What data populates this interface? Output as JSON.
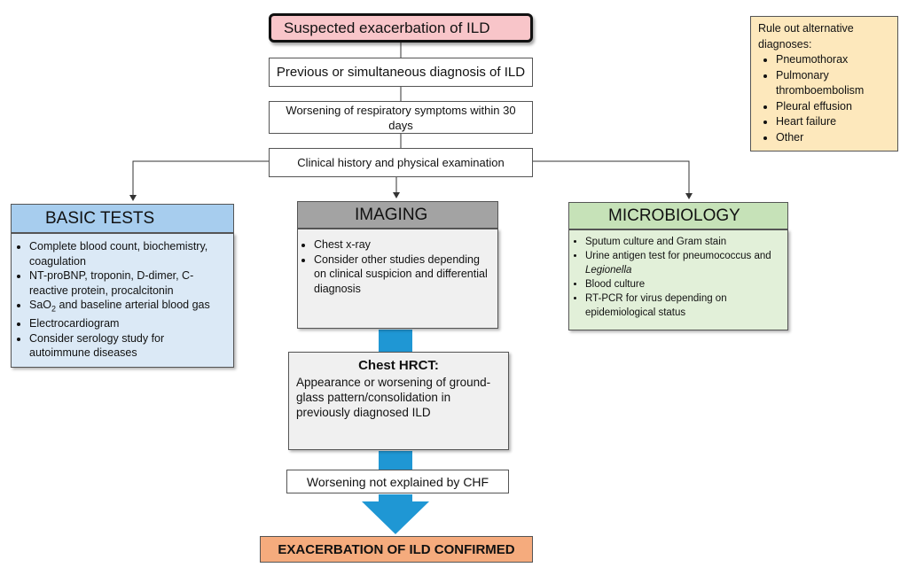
{
  "top_flow": {
    "suspected": "Suspected exacerbation of ILD",
    "previous": "Previous or simultaneous diagnosis of ILD",
    "worsening": "Worsening of respiratory symptoms within 30 days",
    "clinical": "Clinical history and physical examination"
  },
  "basic_tests": {
    "title": "BASIC TESTS",
    "items": [
      "Complete blood count, biochemistry, coagulation",
      "NT-proBNP, troponin, D-dimer, C-reactive protein, procalcitonin",
      {
        "pre": "SaO",
        "sub": "2",
        "post": " and baseline arterial blood gas"
      },
      "Electrocardiogram",
      "Consider serology study for autoimmune diseases"
    ]
  },
  "imaging": {
    "title": "IMAGING",
    "items": [
      "Chest x-ray",
      "Consider other studies depending on clinical suspicion and differential diagnosis"
    ]
  },
  "microbiology": {
    "title": "MICROBIOLOGY",
    "items": [
      "Sputum culture and Gram stain",
      {
        "pre": "Urine antigen test for pneumococcus and ",
        "italic": "Legionella"
      },
      "Blood culture",
      "RT-PCR for virus depending on epidemiological status"
    ]
  },
  "hrct": {
    "title": "Chest HRCT:",
    "body": "Appearance or worsening of ground-glass pattern/consolidation in previously diagnosed ILD"
  },
  "chf": "Worsening not explained by CHF",
  "confirmed": "EXACERBATION OF ILD CONFIRMED",
  "rule_out": {
    "title": "Rule out alternative diagnoses:",
    "items": [
      "Pneumothorax",
      "Pulmonary thromboembolism",
      "Pleural effusion",
      "Heart failure",
      "Other"
    ]
  },
  "colors": {
    "suspected": "#f8c5c9",
    "basic_header": "#a7cdee",
    "basic_panel": "#dbe9f6",
    "imaging_header": "#a3a3a3",
    "imaging_panel": "#f0f0f0",
    "micro_header": "#c6e2b8",
    "micro_panel": "#e2f0d9",
    "confirmed": "#f5ab7d",
    "rule_out": "#fde8bc",
    "big_arrow": "#1f97d4"
  }
}
